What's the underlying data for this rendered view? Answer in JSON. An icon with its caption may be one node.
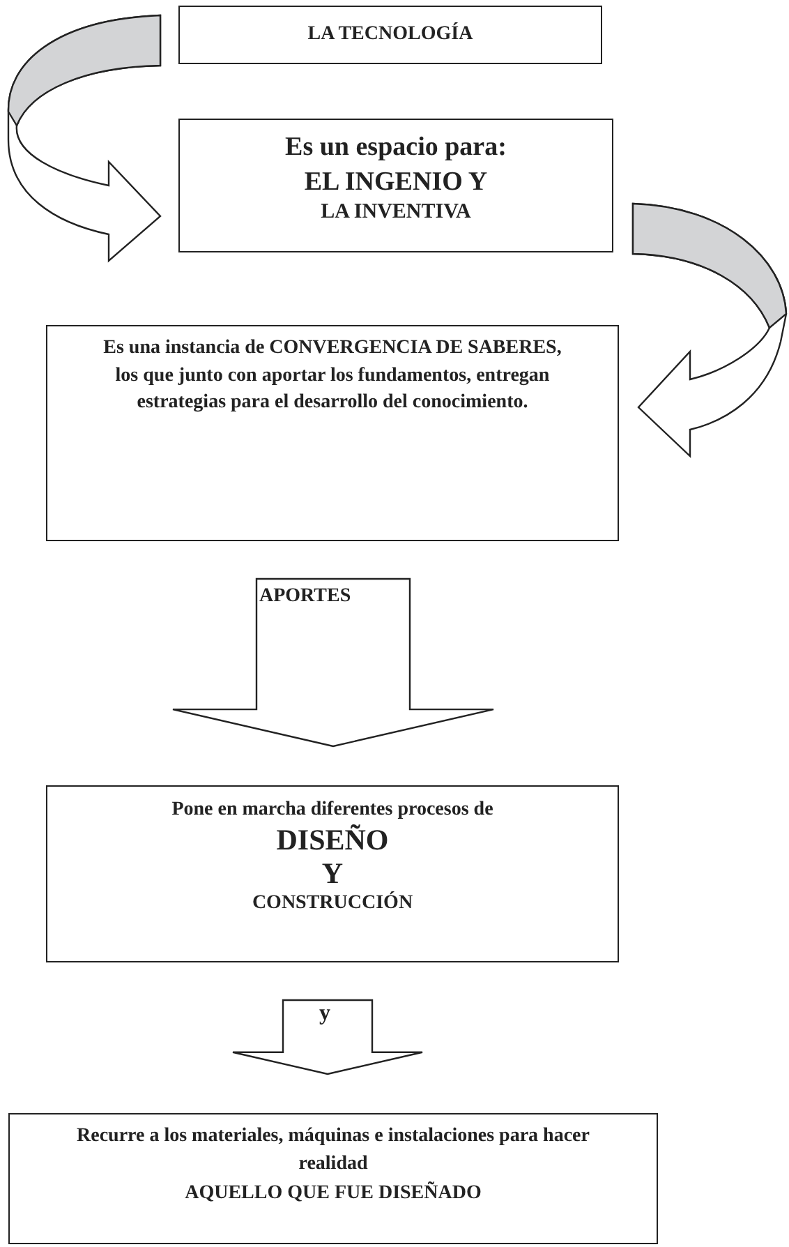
{
  "diagram": {
    "nodes": [
      {
        "text": [
          "LA TECNOLOGÍA"
        ]
      },
      {
        "text": [
          "Es un espacio para:",
          "EL INGENIO Y",
          "LA INVENTIVA"
        ]
      },
      {
        "text": [
          "Es una instancia de CONVERGENCIA DE SABERES, los que junto con aportar los fundamentos, entregan estrategias para el desarrollo del conocimiento."
        ]
      },
      {
        "text": [
          "Pone en marcha diferentes procesos de",
          "DISEÑO",
          "Y",
          "CONSTRUCCIÓN"
        ]
      },
      {
        "text": [
          "Recurre a los materiales, máquinas e instalaciones para hacer realidad",
          "AQUELLO QUE FUE DISEÑADO"
        ]
      }
    ],
    "edges": [
      {
        "from": 0,
        "to": 1,
        "arrow": "to"
      },
      {
        "from": 1,
        "to": 2,
        "arrow": "to"
      },
      {
        "from": 2,
        "to": 3,
        "arrow": "to",
        "label": "APORTES"
      },
      {
        "from": 3,
        "to": 4,
        "arrow": "to",
        "label": "y"
      }
    ]
  }
}
